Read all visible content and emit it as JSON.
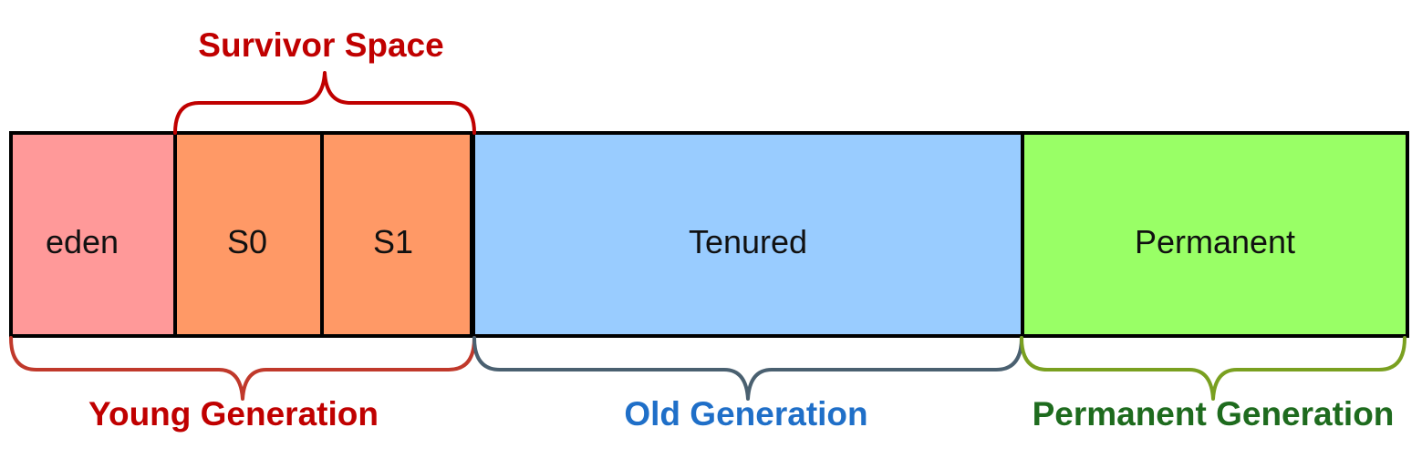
{
  "regions": {
    "eden": {
      "label": "eden",
      "color": "#ff9999"
    },
    "s0": {
      "label": "S0",
      "color": "#ff9966"
    },
    "s1": {
      "label": "S1",
      "color": "#ff9966"
    },
    "tenured": {
      "label": "Tenured",
      "color": "#99ccff"
    },
    "permanent": {
      "label": "Permanent",
      "color": "#99ff66"
    }
  },
  "groups": {
    "survivor_space": {
      "label": "Survivor Space",
      "color": "#c00000"
    },
    "young_generation": {
      "label": "Young Generation",
      "color": "#c00000",
      "brace_color": "#c0392b"
    },
    "old_generation": {
      "label": "Old Generation",
      "color": "#1f6fc8",
      "brace_color": "#4a6070"
    },
    "permanent_generation": {
      "label": "Permanent Generation",
      "color": "#1e6b1e",
      "brace_color": "#7aa020"
    }
  }
}
